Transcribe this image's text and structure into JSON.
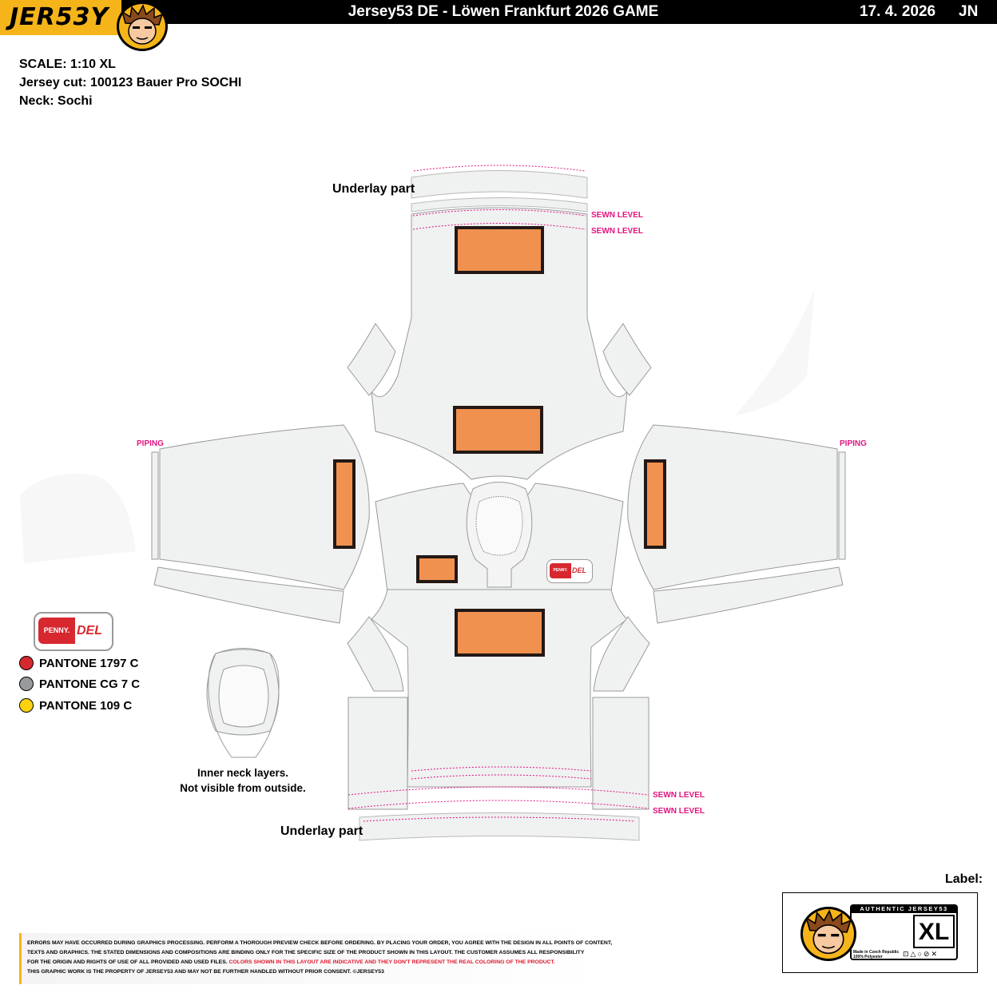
{
  "header": {
    "logo": "JER53Y",
    "title": "Jersey53 DE - Löwen Frankfurt 2026 GAME",
    "date": "17. 4. 2026",
    "initials": "JN"
  },
  "specs": {
    "scale": "SCALE: 1:10 XL",
    "cut": "Jersey cut: 100123 Bauer Pro SOCHI",
    "neck": "Neck: Sochi"
  },
  "annotations": {
    "underlay_top": "Underlay part",
    "underlay_bottom": "Underlay part",
    "sewn_level": "SEWN LEVEL",
    "piping": "PIPING",
    "inner_neck_line1": "Inner neck layers.",
    "inner_neck_line2": "Not visible from outside."
  },
  "logos": {
    "sponsor_left": "PENNY.",
    "sponsor_right": "DEL"
  },
  "colors": {
    "panel_fill": "#f0f1f1",
    "patch_fill": "#f19150",
    "patch_border": "#231815",
    "stitch": "#e0157f",
    "brand_yellow": "#f5b51a"
  },
  "palette": [
    {
      "name": "PANTONE 1797 C",
      "hex": "#d7282f"
    },
    {
      "name": "PANTONE CG 7 C",
      "hex": "#989a9c"
    },
    {
      "name": "PANTONE 109 C",
      "hex": "#fcd20f"
    }
  ],
  "label": {
    "title": "Label:",
    "strip": "AUTHENTIC JERSEY53",
    "size": "XL",
    "made_in": "Made in Czech Republic",
    "material": "100% Polyester"
  },
  "disclaimer": {
    "line1": "ERRORS MAY HAVE OCCURRED DURING GRAPHICS PROCESSING. PERFORM A THOROUGH PREVIEW CHECK BEFORE ORDERING. BY PLACING YOUR ORDER, YOU AGREE WITH THE DESIGN IN ALL POINTS OF CONTENT,",
    "line2": "TEXTS AND GRAPHICS. THE STATED DIMENSIONS AND COMPOSITIONS ARE BINDING ONLY FOR THE SPECIFIC SIZE OF THE PRODUCT SHOWN IN THIS LAYOUT. THE CUSTOMER ASSUMES ALL RESPONSIBILITY",
    "line3a": "FOR THE ORIGIN AND RIGHTS OF USE OF ALL PROVIDED AND USED FILES. ",
    "line3b": "COLORS SHOWN IN THIS LAYOUT ARE INDICATIVE AND THEY DON'T REPRESENT THE REAL COLORING OF THE PRODUCT.",
    "line4": "THIS GRAPHIC WORK IS THE PROPERTY OF JERSEY53 AND MAY NOT BE FURTHER HANDLED WITHOUT PRIOR CONSENT. ©JERSEY53"
  }
}
